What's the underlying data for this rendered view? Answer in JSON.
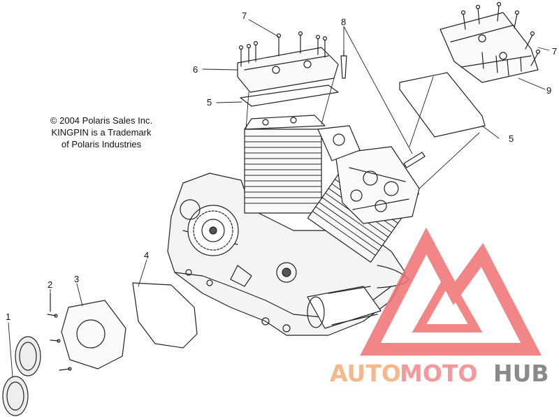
{
  "copyright": {
    "line1": "© 2004 Polaris Sales Inc.",
    "line2": "KINGPIN is a Trademark",
    "line3": "of Polaris Industries"
  },
  "callouts": [
    "1",
    "2",
    "3",
    "4",
    "5",
    "5",
    "6",
    "7",
    "7",
    "8",
    "9"
  ],
  "watermark": {
    "part1": "AUTO",
    "part2": "MOTO",
    "part3": "HUB",
    "color_light": "#f6b888",
    "color_pink": "#f59a9a",
    "color_dark": "#8a8a8a",
    "triangle_color": "#f07070"
  }
}
